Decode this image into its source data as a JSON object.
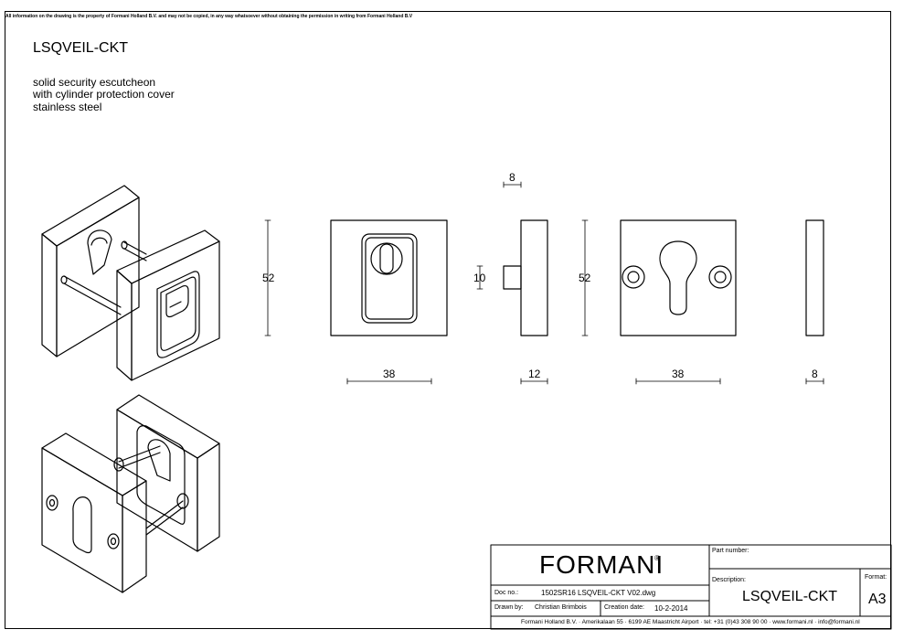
{
  "disclaimer": "All information on the drawing is the property of Formani Holland B.V. and may not be copied, in any way whatsoever without obtaining the permission in writing from Formani Holland B.V",
  "product": {
    "code": "LSQVEIL-CKT",
    "description_lines": [
      "solid security escutcheon",
      "with cylinder protection cover",
      "stainless steel"
    ]
  },
  "dimensions": {
    "front_height": "52",
    "front_width": "38",
    "side_cover_depth": "8",
    "side_cover_knob": "10",
    "side_cover_thickness": "12",
    "rear_height": "52",
    "rear_width": "38",
    "rear_side_thickness": "8"
  },
  "title_block": {
    "logo": "FORMANI",
    "logo_mark": "®",
    "part_number_label": "Part number:",
    "description_label": "Description:",
    "description_value": "LSQVEIL-CKT",
    "format_label": "Format:",
    "format_value": "A3",
    "doc_no_label": "Doc no.:",
    "doc_no_value": "1502SR16 LSQVEIL-CKT V02.dwg",
    "drawn_by_label": "Drawn by:",
    "drawn_by_value": "Christian Brimbois",
    "creation_date_label": "Creation date:",
    "creation_date_value": "10-2-2014",
    "footer": "Formani Holland B.V. · Amerikalaan 55 · 6199 AE Maastricht Airport · tel: +31 (0)43 308 90 00 · www.formani.nl · info@formani.nl"
  }
}
